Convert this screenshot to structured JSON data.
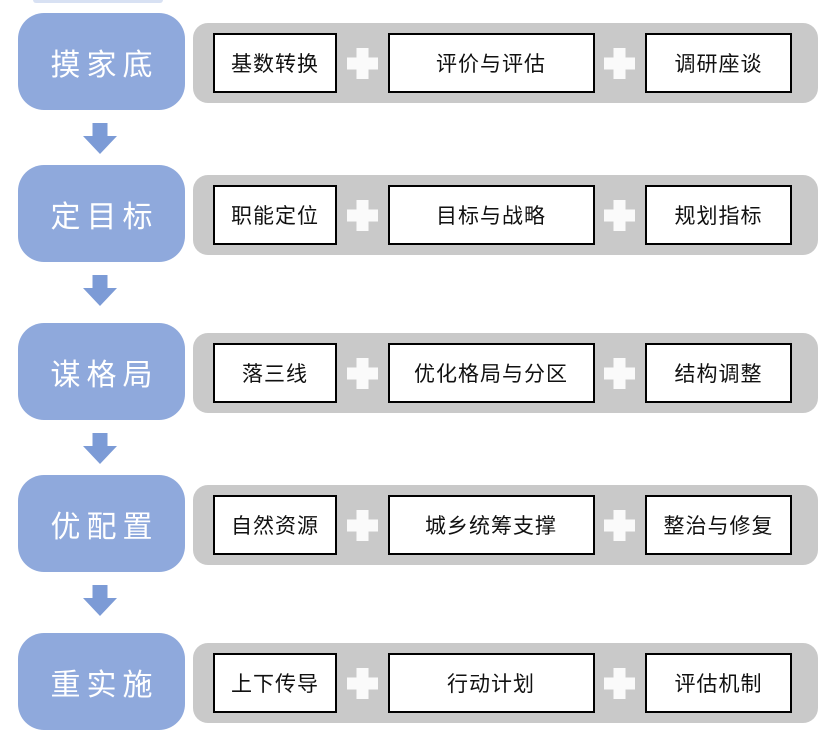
{
  "colors": {
    "stage_blue": "#8fa9dc",
    "arrow_blue": "#7c9bd6",
    "bar_gray": "#c9c9c9",
    "step_border": "#000000",
    "plus_white": "#fafafa",
    "stage_text": "#ffffff",
    "step_text": "#111111"
  },
  "icons": {
    "plus_icon": "+",
    "down_arrow_icon": "▼"
  },
  "rows": [
    {
      "stage": "摸家底",
      "steps": [
        "基数转换",
        "评价与评估",
        "调研座谈"
      ]
    },
    {
      "stage": "定目标",
      "steps": [
        "职能定位",
        "目标与战略",
        "规划指标"
      ]
    },
    {
      "stage": "谋格局",
      "steps": [
        "落三线",
        "优化格局与分区",
        "结构调整"
      ]
    },
    {
      "stage": "优配置",
      "steps": [
        "自然资源",
        "城乡统筹支撑",
        "整治与修复"
      ]
    },
    {
      "stage": "重实施",
      "steps": [
        "上下传导",
        "行动计划",
        "评估机制"
      ]
    }
  ]
}
